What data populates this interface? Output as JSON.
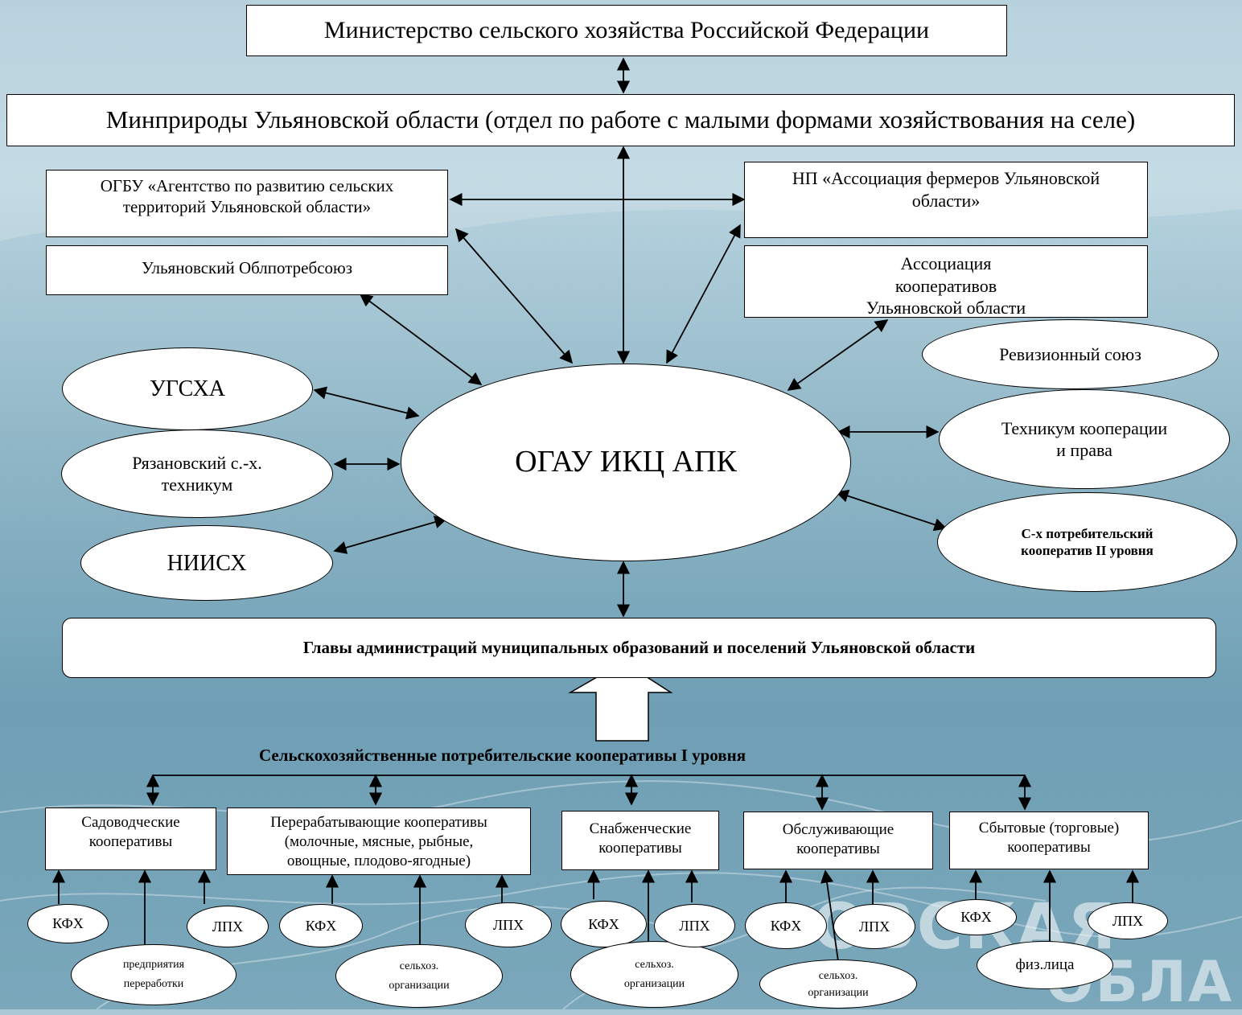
{
  "top": {
    "ministry": "Министерство сельского хозяйства Российской Федерации",
    "minprirody": "Минприроды Ульяновской области (отдел по работе с малыми формами хозяйствования на селе)"
  },
  "partners_left": {
    "agency": "ОГБУ «Агентство по развитию сельских территорий Ульяновской области»",
    "oblpotrebsoyuz": "Ульяновский Облпотребсоюз",
    "ugsxa": "УГСХА",
    "ryazanovsky": "Рязановский с.-х. техникум",
    "niisx": "НИИСХ"
  },
  "partners_right": {
    "farmers_assoc": "НП «Ассоциация фермеров Ульяновской области»",
    "coop_assoc": "Ассоциация кооперативов Ульяновской области",
    "revision_union": "Ревизионный союз",
    "tech_coop_law": "Техникум кооперации и права",
    "coop_level2": "С-х потребительский кооператив II уровня"
  },
  "center": "ОГАУ ИКЦ АПК",
  "municipal_heads": "Главы администраций муниципальных образований и поселений Ульяновской области",
  "level1_title": "Сельскохозяйственные потребительские кооперативы I уровня",
  "coop_types": {
    "garden": "Садоводческие кооперативы",
    "processing": "Перерабатывающие кооперативы (молочные, мясные, рыбные, овощные, плодово-ягодные)",
    "supply": "Снабженческие кооперативы",
    "service": "Обслуживающие кооперативы",
    "sales": "Сбытовые (торговые) кооперативы"
  },
  "members": {
    "kfh": "КФХ",
    "lph": "ЛПХ",
    "processing_enterprises": "предприятия переработки",
    "agri_orgs": "сельхоз. организации",
    "individuals": "физ.лица"
  },
  "watermark": [
    "ОВСКАЯ",
    "ОБЛА"
  ],
  "colors": {
    "background": "#8fb6c6",
    "node_fill": "#ffffff",
    "stroke": "#000000"
  }
}
